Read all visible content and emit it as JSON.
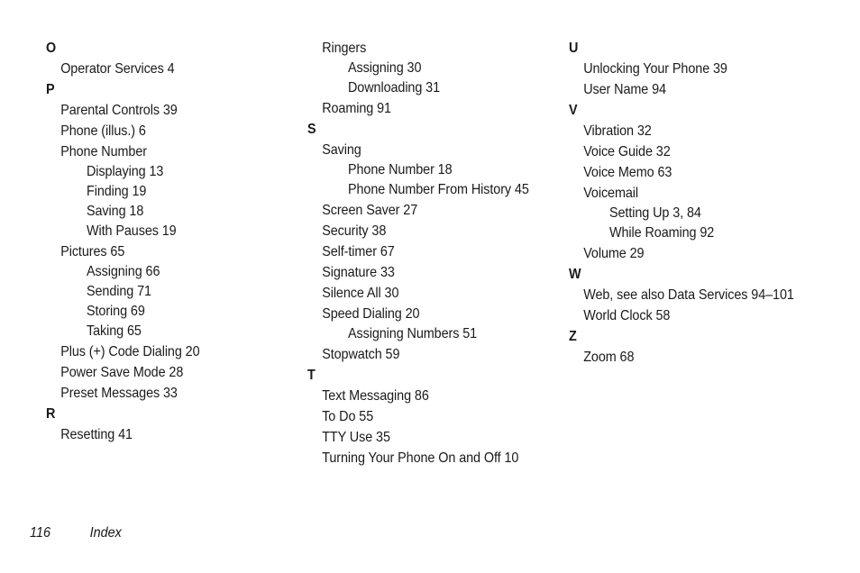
{
  "columns": [
    [
      {
        "level": 0,
        "text": "O"
      },
      {
        "level": 1,
        "text": "Operator Services 4"
      },
      {
        "level": 0,
        "text": "P"
      },
      {
        "level": 1,
        "text": "Parental Controls 39"
      },
      {
        "level": 1,
        "text": "Phone (illus.) 6"
      },
      {
        "level": 1,
        "text": "Phone Number"
      },
      {
        "level": 2,
        "text": "Displaying 13"
      },
      {
        "level": 2,
        "text": "Finding 19"
      },
      {
        "level": 2,
        "text": "Saving 18"
      },
      {
        "level": 2,
        "text": "With Pauses 19"
      },
      {
        "level": 1,
        "text": "Pictures 65"
      },
      {
        "level": 2,
        "text": "Assigning 66"
      },
      {
        "level": 2,
        "text": "Sending 71"
      },
      {
        "level": 2,
        "text": "Storing 69"
      },
      {
        "level": 2,
        "text": "Taking 65"
      },
      {
        "level": 1,
        "text": "Plus (+) Code Dialing 20"
      },
      {
        "level": 1,
        "text": "Power Save Mode 28"
      },
      {
        "level": 1,
        "text": "Preset Messages 33"
      },
      {
        "level": 0,
        "text": "R"
      },
      {
        "level": 1,
        "text": "Resetting 41"
      }
    ],
    [
      {
        "level": 1,
        "text": "Ringers"
      },
      {
        "level": 2,
        "text": "Assigning 30"
      },
      {
        "level": 2,
        "text": "Downloading 31"
      },
      {
        "level": 1,
        "text": "Roaming 91"
      },
      {
        "level": 0,
        "text": "S"
      },
      {
        "level": 1,
        "text": "Saving"
      },
      {
        "level": 2,
        "text": "Phone Number 18"
      },
      {
        "level": 2,
        "text": "Phone Number From History 45"
      },
      {
        "level": 1,
        "text": "Screen Saver 27"
      },
      {
        "level": 1,
        "text": "Security 38"
      },
      {
        "level": 1,
        "text": "Self-timer 67"
      },
      {
        "level": 1,
        "text": "Signature 33"
      },
      {
        "level": 1,
        "text": "Silence All 30"
      },
      {
        "level": 1,
        "text": "Speed Dialing 20"
      },
      {
        "level": 2,
        "text": "Assigning Numbers 51"
      },
      {
        "level": 1,
        "text": "Stopwatch 59"
      },
      {
        "level": 0,
        "text": "T"
      },
      {
        "level": 1,
        "text": "Text Messaging 86"
      },
      {
        "level": 1,
        "text": "To Do 55"
      },
      {
        "level": 1,
        "text": "TTY Use 35"
      },
      {
        "level": 1,
        "text": "Turning Your Phone On and Off 10"
      }
    ],
    [
      {
        "level": 0,
        "text": "U"
      },
      {
        "level": 1,
        "text": "Unlocking Your Phone 39"
      },
      {
        "level": 1,
        "text": "User Name 94"
      },
      {
        "level": 0,
        "text": "V"
      },
      {
        "level": 1,
        "text": "Vibration 32"
      },
      {
        "level": 1,
        "text": "Voice Guide 32"
      },
      {
        "level": 1,
        "text": "Voice Memo 63"
      },
      {
        "level": 1,
        "text": "Voicemail"
      },
      {
        "level": 2,
        "text": "Setting Up 3, 84"
      },
      {
        "level": 2,
        "text": "While Roaming 92"
      },
      {
        "level": 1,
        "text": "Volume 29"
      },
      {
        "level": 0,
        "text": "W"
      },
      {
        "level": 1,
        "text": "Web, see also Data Services 94–101"
      },
      {
        "level": 1,
        "text": "World Clock 58"
      },
      {
        "level": 0,
        "text": "Z"
      },
      {
        "level": 1,
        "text": "Zoom 68"
      }
    ]
  ],
  "footer": {
    "page_number": "116",
    "section": "Index"
  }
}
